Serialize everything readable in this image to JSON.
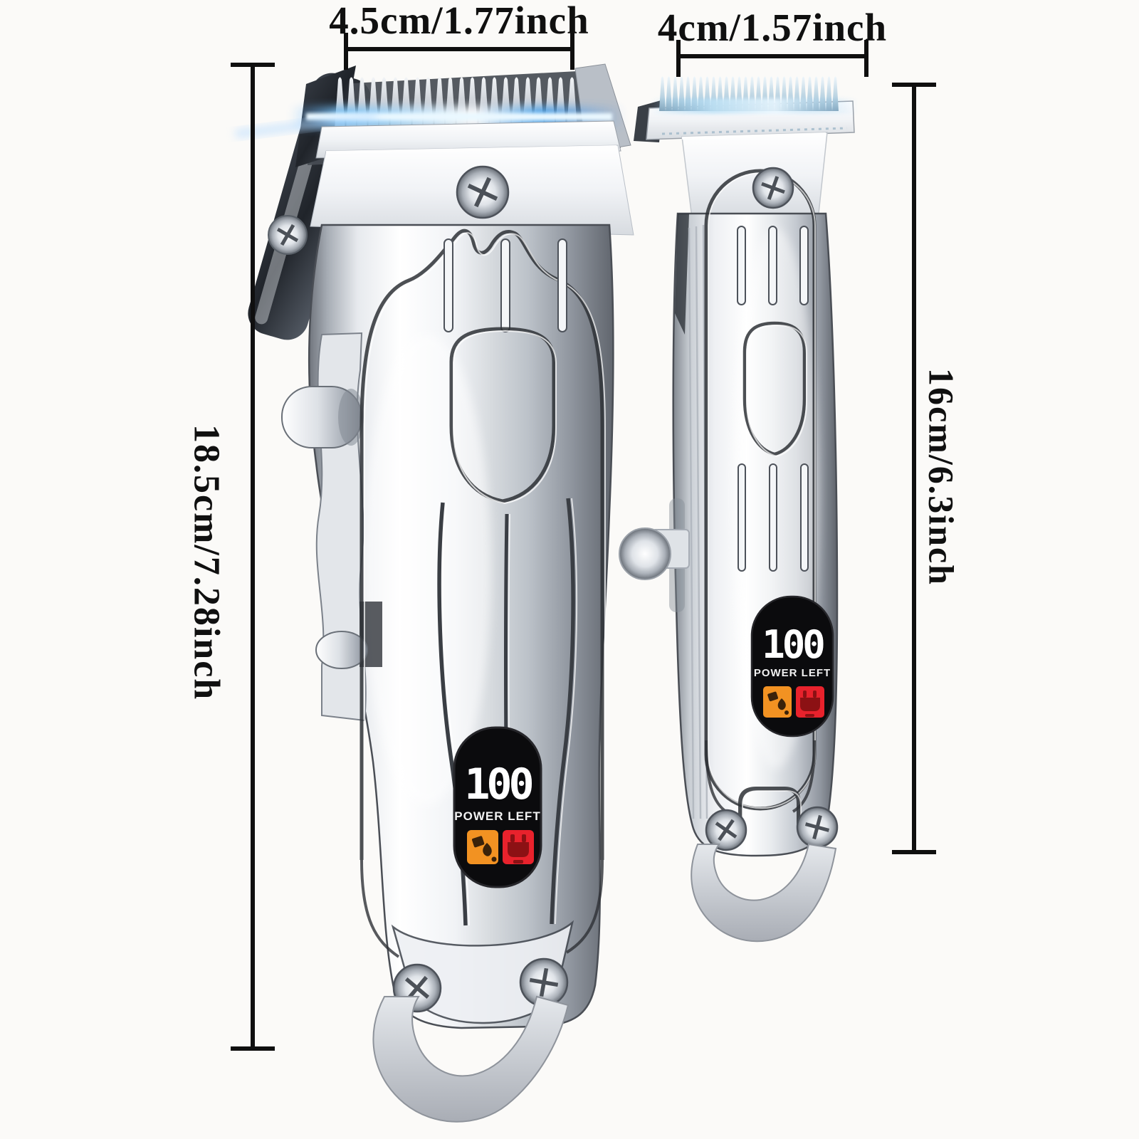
{
  "dimensions": {
    "clipper_width": "4.5cm/1.77inch",
    "trimmer_width": "4cm/1.57inch",
    "clipper_length": "18.5cm/7.28inch",
    "trimmer_length": "16cm/6.3inch"
  },
  "clipper": {
    "name": "full-size hair clipper",
    "display": {
      "battery_value": "100",
      "battery_label": "POWER LEFT",
      "icons": [
        "oil-wash-icon",
        "charging-plug-icon"
      ]
    }
  },
  "trimmer": {
    "name": "compact hair trimmer",
    "display": {
      "battery_value": "100",
      "battery_label": "POWER LEFT",
      "icons": [
        "oil-wash-icon",
        "charging-plug-icon"
      ]
    }
  },
  "colors": {
    "annotation_ink": "#0f0f0f",
    "background": "#fbfaf8",
    "blade_glow": "#5fb9f5",
    "lcd_background": "#0b0b0d",
    "lcd_digits": "#ffffff",
    "icon_orange": "#f29222",
    "icon_red": "#e8222c"
  }
}
